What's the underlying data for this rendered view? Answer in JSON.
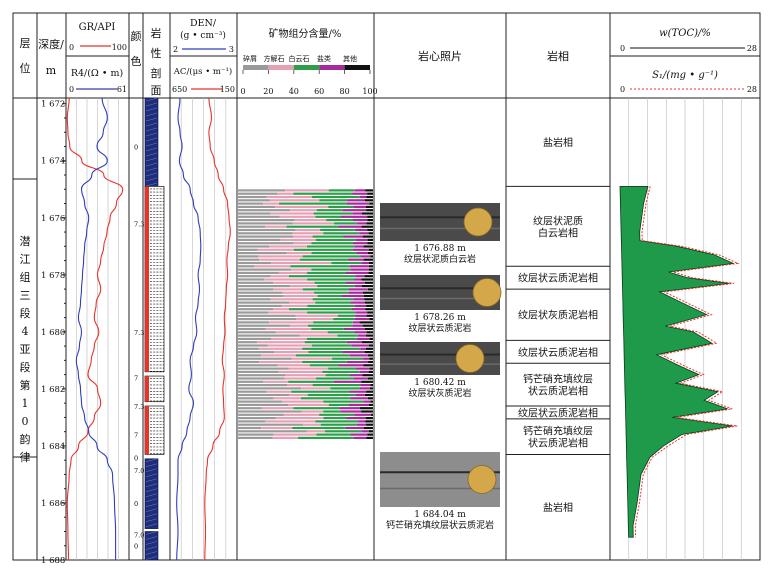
{
  "columns": {
    "layer": {
      "label": "层位",
      "value": "潜江组三段4亚段第10韵律"
    },
    "depth": {
      "label": "深度/m"
    },
    "gr": {
      "label": "GR/API",
      "min": "0",
      "max": "100",
      "color": "#e8332a"
    },
    "r4": {
      "label": "R4/(Ω • m)",
      "min": "0",
      "max": "61",
      "color": "#2f3fb8"
    },
    "color_col": {
      "label": "颜色"
    },
    "litho": {
      "label": "岩性剖面"
    },
    "den": {
      "label": "DEN/ (g • cm⁻³)",
      "min": "2",
      "max": "3",
      "color": "#2f3fb8"
    },
    "ac": {
      "label": "AC/(μs • m⁻¹)",
      "min": "650",
      "max": "150",
      "color": "#e8332a"
    },
    "mineral": {
      "label": "矿物组分含量/%",
      "legend": [
        "碎屑",
        "方解石",
        "白云石",
        "盐类",
        "其他"
      ],
      "legend_colors": [
        "#9a9a9a",
        "#e6a0b4",
        "#2e9e4a",
        "#a52a9a",
        "#111111"
      ],
      "ticks": [
        "0",
        "20",
        "40",
        "60",
        "80",
        "100"
      ]
    },
    "photo": {
      "label": "岩心照片"
    },
    "facies": {
      "label": "岩相"
    },
    "toc": {
      "label": "w(TOC)/%",
      "min": "0",
      "max": "28",
      "color": "#111111"
    },
    "s1": {
      "label": "S₁/(mg • g⁻¹)",
      "min": "0",
      "max": "28",
      "color": "#e8332a"
    }
  },
  "depth_ticks": [
    "1 672",
    "1 674",
    "1 676",
    "1 678",
    "1 680",
    "1 682",
    "1 684",
    "1 686",
    "1 688"
  ],
  "color_codes": [
    {
      "text": "0",
      "depth": 1673.5
    },
    {
      "text": "7.3",
      "depth": 1676.2
    },
    {
      "text": "7.3",
      "depth": 1680.0
    },
    {
      "text": "7",
      "depth": 1681.6
    },
    {
      "text": "7.3",
      "depth": 1682.6
    },
    {
      "text": "7",
      "depth": 1683.6
    },
    {
      "text": "0",
      "depth": 1684.4
    },
    {
      "text": "7.0",
      "depth": 1684.85
    },
    {
      "text": "0",
      "depth": 1686.0
    },
    {
      "text": "7.0",
      "depth": 1687.1
    },
    {
      "text": "0",
      "depth": 1687.5
    }
  ],
  "photos": [
    {
      "caption1": "1 676.88 m",
      "caption2": "纹层状泥质白云岩"
    },
    {
      "caption1": "1 678.26 m",
      "caption2": "纹层状云质泥岩"
    },
    {
      "caption1": "1 680.42 m",
      "caption2": "纹层状灰质泥岩"
    },
    {
      "caption1": "1 684.04 m",
      "caption2": "钙芒硝充填纹层状云质泥岩"
    }
  ],
  "facies": [
    {
      "line1": "盐岩相",
      "line2": "",
      "from": 1671.8,
      "to": 1674.9
    },
    {
      "line1": "纹层状泥质",
      "line2": "白云岩相",
      "from": 1674.9,
      "to": 1677.7
    },
    {
      "line1": "纹层状云质泥岩相",
      "line2": "",
      "from": 1677.7,
      "to": 1678.5
    },
    {
      "line1": "纹层状灰质泥岩相",
      "line2": "",
      "from": 1678.5,
      "to": 1680.3
    },
    {
      "line1": "纹层状云质泥岩相",
      "line2": "",
      "from": 1680.3,
      "to": 1681.1
    },
    {
      "line1": "钙芒硝充填纹层",
      "line2": "状云质泥岩相",
      "from": 1681.1,
      "to": 1682.6
    },
    {
      "line1": "纹层状云质泥岩相",
      "line2": "",
      "from": 1682.6,
      "to": 1683.05
    },
    {
      "line1": "钙芒硝充填纹层",
      "line2": "状云质泥岩相",
      "from": 1683.05,
      "to": 1684.3
    },
    {
      "line1": "盐岩相",
      "line2": "",
      "from": 1684.3,
      "to": 1688.0
    }
  ],
  "chart_data": {
    "type": "line",
    "y_axis": {
      "label": "深度/m",
      "range": [
        1671.8,
        1688.0
      ],
      "reversed": true
    },
    "series": [
      {
        "name": "GR/API",
        "range": [
          0,
          100
        ],
        "depth": [
          1671.8,
          1672.5,
          1673,
          1673.5,
          1674,
          1674.5,
          1675,
          1675.5,
          1676,
          1676.5,
          1677,
          1677.5,
          1678,
          1678.5,
          1679,
          1679.5,
          1680,
          1680.5,
          1681,
          1681.5,
          1682,
          1682.5,
          1683,
          1683.5,
          1684,
          1684.5,
          1685,
          1686,
          1687,
          1688
        ],
        "values": [
          5,
          2,
          3,
          6,
          25,
          60,
          90,
          80,
          70,
          65,
          60,
          55,
          50,
          55,
          48,
          45,
          52,
          45,
          40,
          35,
          50,
          55,
          45,
          35,
          20,
          8,
          5,
          2,
          3,
          4
        ]
      },
      {
        "name": "R4/(Ω • m)",
        "range": [
          0,
          61
        ],
        "depth": [
          1671.8,
          1672.5,
          1673,
          1673.5,
          1674,
          1674.5,
          1675,
          1675.5,
          1676,
          1676.5,
          1677,
          1677.5,
          1678,
          1678.5,
          1679,
          1679.5,
          1680,
          1680.5,
          1681,
          1681.5,
          1682,
          1682.5,
          1683,
          1683.5,
          1684,
          1684.5,
          1685,
          1686,
          1687,
          1688
        ],
        "values": [
          35,
          40,
          36,
          30,
          40,
          25,
          15,
          18,
          22,
          20,
          18,
          17,
          16,
          15,
          14,
          12,
          15,
          13,
          10,
          12,
          14,
          15,
          18,
          22,
          30,
          40,
          45,
          47,
          48,
          48
        ]
      },
      {
        "name": "DEN/ (g • cm⁻³)",
        "range": [
          2,
          3
        ],
        "depth": [
          1671.8,
          1672.5,
          1673,
          1673.5,
          1674,
          1674.5,
          1675,
          1675.5,
          1676,
          1676.5,
          1677,
          1677.5,
          1678,
          1678.5,
          1679,
          1679.5,
          1680,
          1680.5,
          1681,
          1681.5,
          1682,
          1682.5,
          1683,
          1683.5,
          1684,
          1684.5,
          1685,
          1686,
          1687,
          1688
        ],
        "values": [
          2.15,
          2.12,
          2.15,
          2.18,
          2.14,
          2.2,
          2.3,
          2.35,
          2.42,
          2.45,
          2.46,
          2.45,
          2.42,
          2.44,
          2.42,
          2.38,
          2.4,
          2.35,
          2.3,
          2.32,
          2.28,
          2.35,
          2.3,
          2.25,
          2.18,
          2.12,
          2.12,
          2.1,
          2.12,
          2.1
        ]
      },
      {
        "name": "AC/(μs • m⁻¹)",
        "range": [
          650,
          150
        ],
        "depth": [
          1671.8,
          1672.5,
          1673,
          1673.5,
          1674,
          1674.5,
          1675,
          1675.5,
          1676,
          1676.5,
          1677,
          1677.5,
          1678,
          1678.5,
          1679,
          1679.5,
          1680,
          1680.5,
          1681,
          1681.5,
          1682,
          1682.5,
          1683,
          1683.5,
          1684,
          1684.5,
          1685,
          1686,
          1687,
          1688
        ],
        "values": [
          360,
          340,
          360,
          350,
          320,
          290,
          250,
          220,
          210,
          200,
          215,
          225,
          220,
          230,
          235,
          245,
          240,
          250,
          260,
          245,
          255,
          250,
          245,
          280,
          330,
          370,
          380,
          390,
          385,
          390
        ]
      },
      {
        "name": "w(TOC)/%",
        "range": [
          0,
          28
        ],
        "depth": [
          1674.9,
          1675.5,
          1676.5,
          1676.8,
          1677.0,
          1677.3,
          1677.6,
          1677.9,
          1678.1,
          1678.3,
          1678.6,
          1679.0,
          1679.4,
          1679.8,
          1680.0,
          1680.4,
          1680.8,
          1681.2,
          1681.5,
          1681.8,
          1682.1,
          1682.4,
          1682.7,
          1683.0,
          1683.3,
          1683.6,
          1684.0,
          1684.4,
          1685.0,
          1686.0,
          1686.8,
          1687.2
        ],
        "values": [
          6,
          5,
          4,
          4,
          12,
          20,
          24,
          10,
          14,
          23,
          8,
          13,
          18,
          9,
          15,
          19,
          7,
          12,
          16,
          11,
          20,
          17,
          22,
          10,
          23,
          12,
          8,
          5,
          3,
          2,
          1,
          1
        ]
      },
      {
        "name": "S₁/(mg • g⁻¹)",
        "range": [
          0,
          28
        ],
        "depth": [
          1674.9,
          1675.5,
          1676.5,
          1676.8,
          1677.0,
          1677.3,
          1677.6,
          1677.9,
          1678.1,
          1678.3,
          1678.6,
          1679.0,
          1679.4,
          1679.8,
          1680.0,
          1680.4,
          1680.8,
          1681.2,
          1681.5,
          1681.8,
          1682.1,
          1682.4,
          1682.7,
          1683.0,
          1683.3,
          1683.6,
          1684.0,
          1684.4,
          1685.0,
          1686.0,
          1686.8,
          1687.2
        ],
        "values": [
          6.5,
          5.5,
          4.5,
          4.5,
          13,
          21,
          25,
          11,
          15,
          24,
          9,
          14,
          19,
          10,
          16,
          20,
          8,
          13,
          17,
          12,
          21,
          18,
          23,
          11,
          24,
          13,
          9,
          5.5,
          3.5,
          2.5,
          1.5,
          1.5
        ]
      }
    ],
    "mineral_composition": {
      "components": [
        "碎屑",
        "方解石",
        "白云石",
        "盐类",
        "其他"
      ],
      "depth_range": [
        1675.0,
        1683.7
      ],
      "typical": [
        30,
        25,
        30,
        10,
        5
      ]
    }
  }
}
